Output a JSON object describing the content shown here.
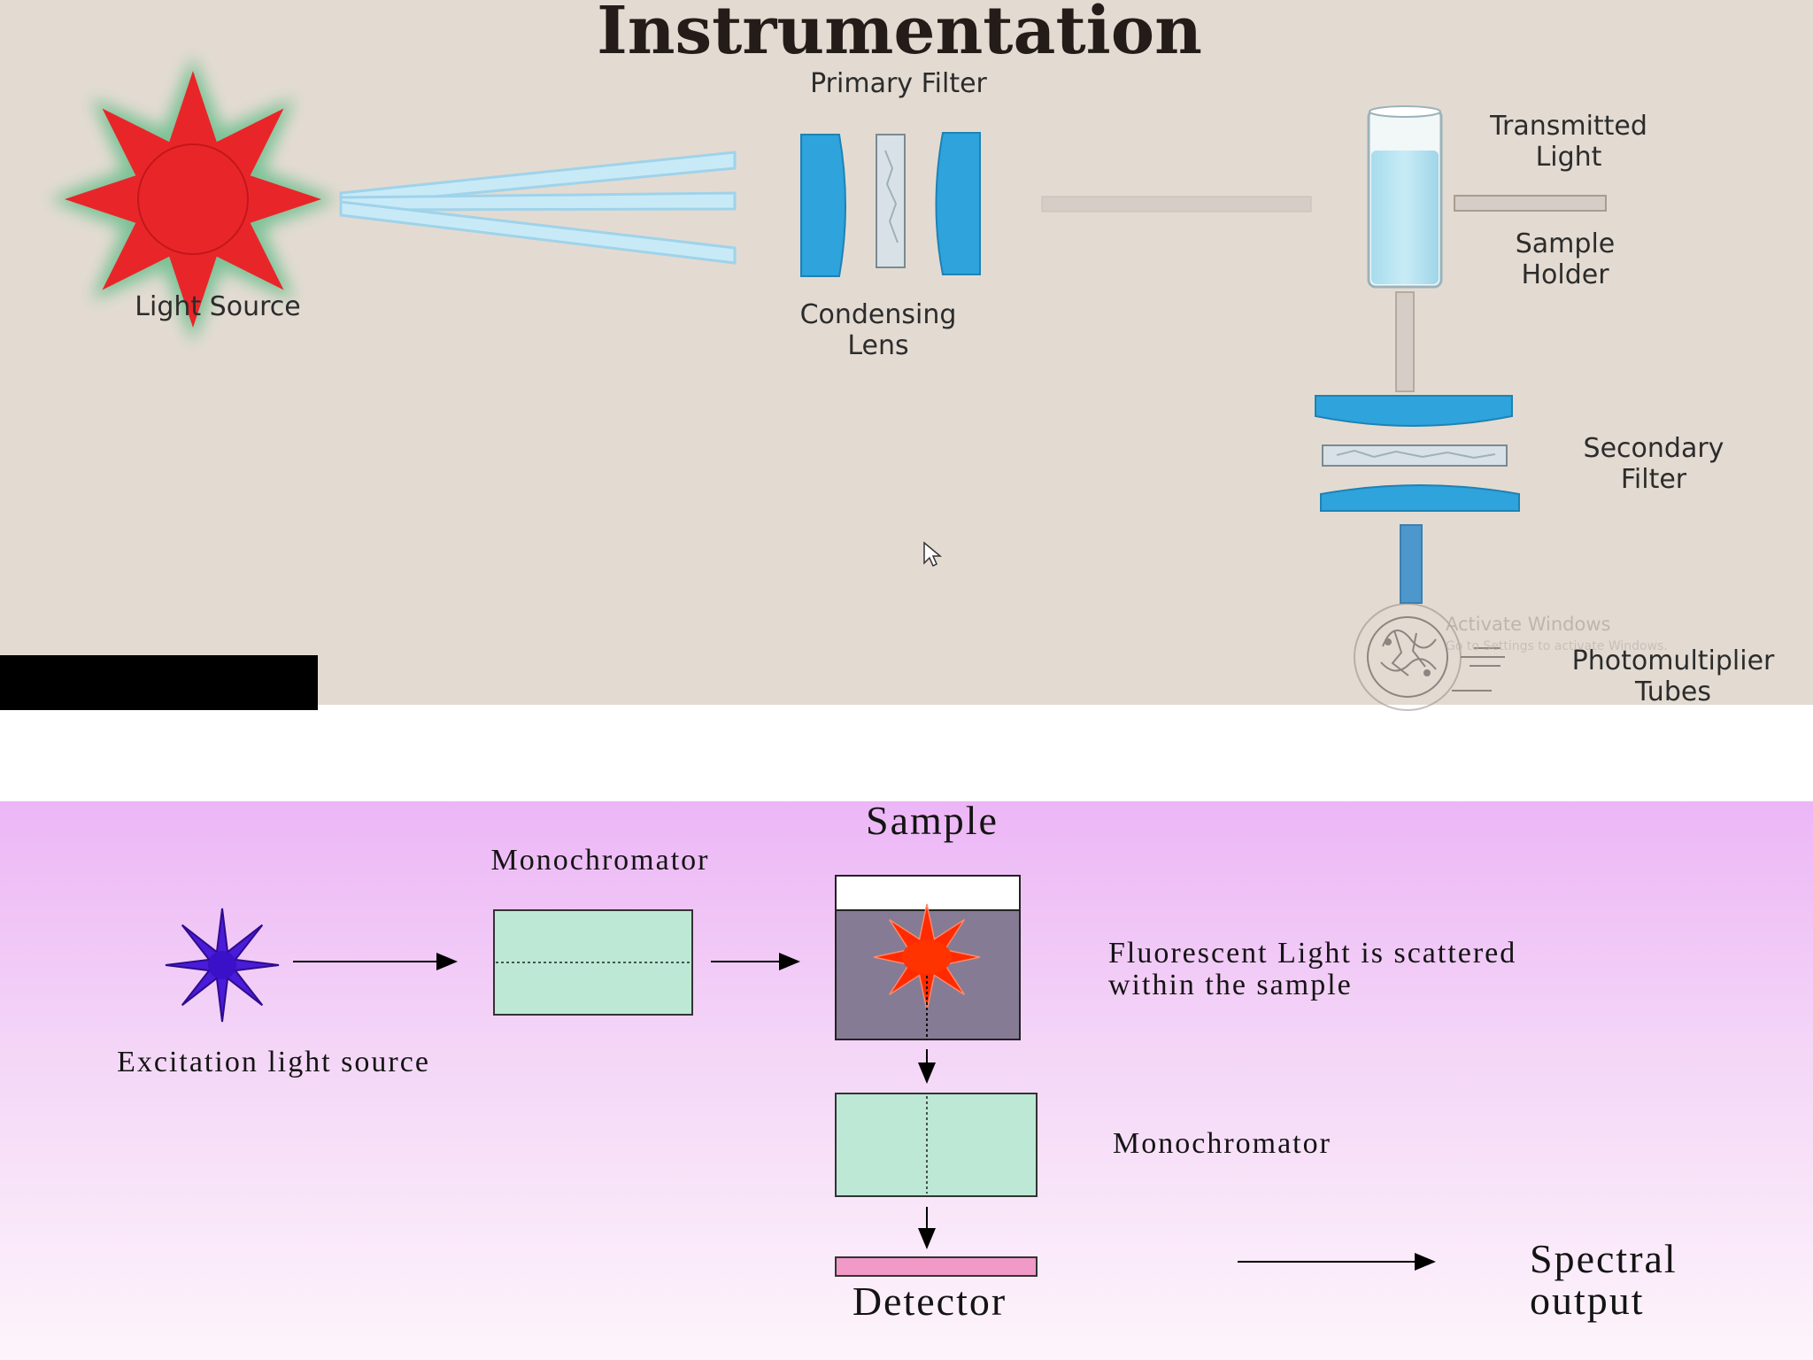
{
  "top": {
    "title": "Instrumentation",
    "labels": {
      "primary_filter": "Primary Filter",
      "light_source": "Light Source",
      "condensing_lens": [
        "Condensing",
        "Lens"
      ],
      "transmitted_light": [
        "Transmitted",
        "Light"
      ],
      "sample_holder": [
        "Sample",
        "Holder"
      ],
      "secondary_filter": [
        "Secondary",
        "Filter"
      ],
      "photomultiplier_tubes": [
        "Photomultiplier",
        "Tubes"
      ]
    },
    "watermark": [
      "Activate Windows",
      "Go to Settings to activate Windows."
    ]
  },
  "bottom": {
    "labels": {
      "sample": "Sample",
      "monochromator_1": "Monochromator",
      "excitation_source": "Excitation light source",
      "fluorescent": [
        "Fluorescent Light is scattered",
        "within the sample"
      ],
      "monochromator_2": "Monochromator",
      "detector": "Detector",
      "spectral_output": [
        "Spectral",
        "output"
      ]
    }
  },
  "colors": {
    "top_background": "#e3dbd2",
    "lens_blue": "#2ea3dc",
    "beam_blue": "#b9e4f5",
    "sun_red": "#e8262a",
    "sun_glow": "#6fbf8f",
    "mono_box": "#bde8d6",
    "sample_fill": "#857b95",
    "excitation_star": "#4a1bd8",
    "detector_pink": "#f19ac7"
  }
}
